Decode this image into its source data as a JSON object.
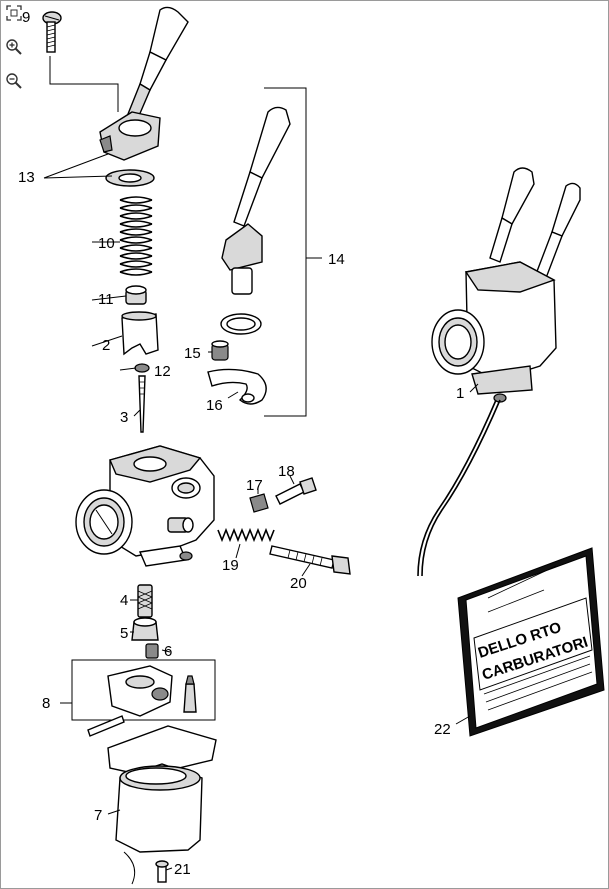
{
  "toolbar": {
    "fit_icon": "fit-to-window-icon",
    "zoom_in_icon": "zoom-in-icon",
    "zoom_out_icon": "zoom-out-icon"
  },
  "diagram": {
    "part_labels": {
      "p1": "1",
      "p2": "2",
      "p3": "3",
      "p4": "4",
      "p5": "5",
      "p6": "6",
      "p7": "7",
      "p8": "8",
      "p9": "9",
      "p10": "10",
      "p11": "11",
      "p12": "12",
      "p13": "13",
      "p14": "14",
      "p15": "15",
      "p16": "16",
      "p17": "17",
      "p18": "18",
      "p19": "19",
      "p20": "20",
      "p21": "21",
      "p22": "22"
    },
    "manual": {
      "brand": "DELLO RTO",
      "product": "CARBURATORI"
    }
  }
}
